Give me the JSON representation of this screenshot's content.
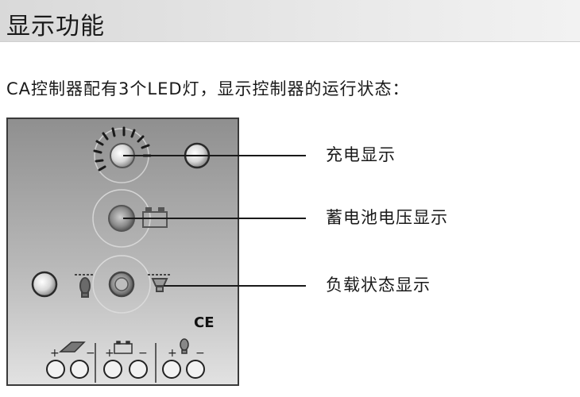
{
  "header": {
    "title": "显示功能"
  },
  "intro": {
    "text": "CA控制器配有3个LED灯，显示控制器的运行状态："
  },
  "panel": {
    "ce_mark": "CE"
  },
  "callouts": [
    {
      "label": "充电显示"
    },
    {
      "label": "蓄电池电压显示"
    },
    {
      "label": "负载状态显示"
    }
  ],
  "terminals": {
    "plus": "+",
    "minus": "−"
  }
}
